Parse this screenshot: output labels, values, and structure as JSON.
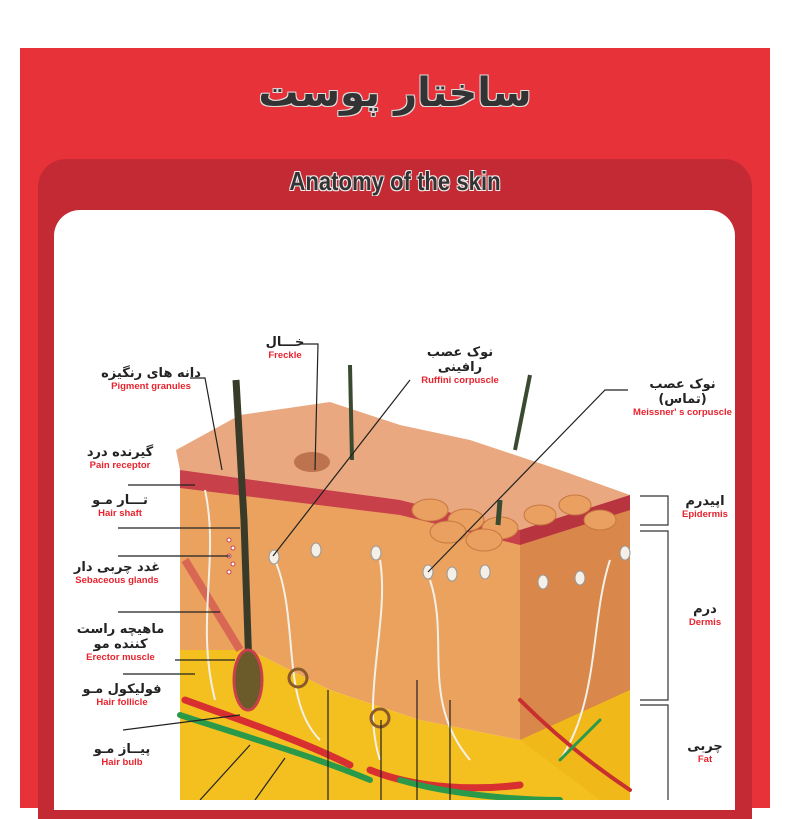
{
  "header": {
    "title_fa": "ساختار پوست",
    "title_en": "Anatomy of the skin"
  },
  "colors": {
    "outer_red": "#e8323a",
    "inner_red": "#c42a33",
    "label_red": "#e8232e",
    "skin": "#e8a060",
    "fat": "#f4c020"
  },
  "labels": {
    "pigment": {
      "fa": "دانه های رنگیزه",
      "en": "Pigment granules"
    },
    "freckle": {
      "fa": "خـــال",
      "en": "Freckle"
    },
    "ruffini": {
      "fa": "نوک عصب رافینی",
      "en": "Ruffini corpuscle"
    },
    "meissner": {
      "fa": "نوک عصب (تماس)",
      "en": "Meissner' s corpuscle"
    },
    "pain": {
      "fa": "گیرنده درد",
      "en": "Pain receptor"
    },
    "hair_shaft": {
      "fa": "تـــار مـو",
      "en": "Hair shaft"
    },
    "sebaceous": {
      "fa": "غدد چربی دار",
      "en": "Sebaceous glands"
    },
    "erector": {
      "fa": "ماهیچه راست کننده مو",
      "en": "Erector muscle"
    },
    "follicle": {
      "fa": "فولیکول مـو",
      "en": "Hair follicle"
    },
    "bulb": {
      "fa": "پیــاز مـو",
      "en": "Hair bulb"
    },
    "epidermis": {
      "fa": "اپیدرم",
      "en": "Epidermis"
    },
    "dermis": {
      "fa": "درم",
      "en": "Dermis"
    },
    "fat": {
      "fa": "چربی",
      "en": "Fat"
    }
  }
}
